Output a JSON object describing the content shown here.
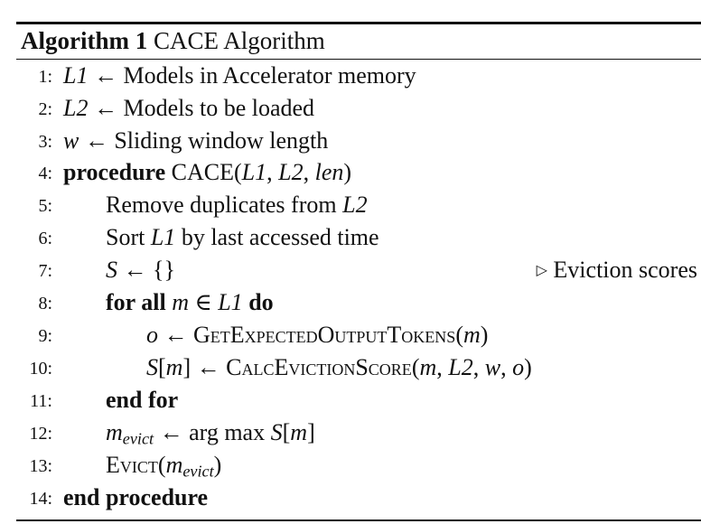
{
  "caption": {
    "label": "Algorithm 1",
    "title": "CACE Algorithm"
  },
  "lines": [
    {
      "n": "1:",
      "var": "L1",
      "arrow": "←",
      "text": "Models in Accelerator memory"
    },
    {
      "n": "2:",
      "var": "L2",
      "arrow": "←",
      "text": "Models to be loaded"
    },
    {
      "n": "3:",
      "var": "w",
      "arrow": "←",
      "text": "Sliding window length"
    },
    {
      "n": "4:",
      "kw": "procedure",
      "name": "CACE",
      "args_open": "(",
      "a1": "L1",
      "c1": ", ",
      "a2": "L2",
      "c2": ", ",
      "a3": "len",
      "args_close": ")"
    },
    {
      "n": "5:",
      "text": "Remove duplicates from",
      "var": "L2"
    },
    {
      "n": "6:",
      "pre": "Sort",
      "var": "L1",
      "text": "by last accessed time"
    },
    {
      "n": "7:",
      "var": "S",
      "arrow": "←",
      "set": "{}",
      "comment_marker": "▷",
      "comment": "Eviction scores"
    },
    {
      "n": "8:",
      "kw": "for all",
      "var": "m",
      "in": "∈",
      "var2": "L1",
      "kw2": "do"
    },
    {
      "n": "9:",
      "var": "o",
      "arrow": "←",
      "func": "GetExpectedOutputTokens",
      "open": "(",
      "arg": "m",
      "close": ")"
    },
    {
      "n": "10:",
      "var": "S",
      "idx_open": "[",
      "idx": "m",
      "idx_close": "]",
      "arrow": "←",
      "func": "CalcEvictionScore",
      "open": "(",
      "a1": "m",
      "c1": ", ",
      "a2": "L2",
      "c2": ", ",
      "a3": "w",
      "c3": ", ",
      "a4": "o",
      "close": ")"
    },
    {
      "n": "11:",
      "kw": "end for"
    },
    {
      "n": "12:",
      "var": "m",
      "sub": "evict",
      "arrow": "←",
      "op": "arg max",
      "var2": "S",
      "idx_open": "[",
      "idx": "m",
      "idx_close": "]"
    },
    {
      "n": "13:",
      "func": "Evict",
      "open": "(",
      "var": "m",
      "sub": "evict",
      "close": ")"
    },
    {
      "n": "14:",
      "kw": "end procedure"
    }
  ]
}
